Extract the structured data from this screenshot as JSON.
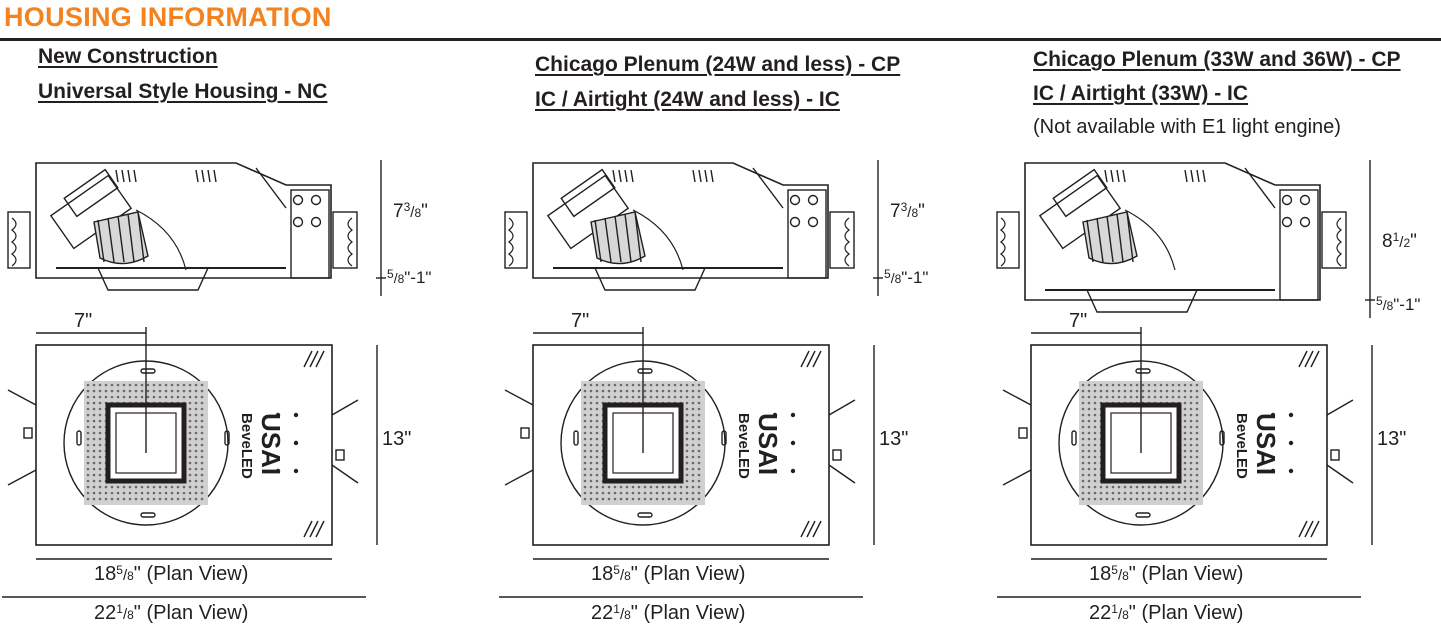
{
  "header": {
    "title": "HOUSING INFORMATION",
    "accent_color": "#f4831f",
    "rule_color": "#231f20"
  },
  "columns": [
    {
      "heading_line1": "New Construction",
      "heading_line2": "Universal Style Housing - NC",
      "note": "",
      "height_whole": "7",
      "height_num": "3",
      "height_den": "8",
      "trim_num": "5",
      "trim_den": "8",
      "trim_rest": "\"-1\"",
      "aperture": "7\"",
      "depth": "13\"",
      "plan_a_whole": "18",
      "plan_a_num": "5",
      "plan_a_den": "8",
      "plan_a_rest": "\" (Plan View)",
      "plan_b_whole": "22",
      "plan_b_num": "1",
      "plan_b_den": "8",
      "plan_b_rest": "\" (Plan View)",
      "logo_top": "USAI",
      "logo_bottom": "BeveLED"
    },
    {
      "heading_line1": "Chicago Plenum (24W and less) - CP",
      "heading_line2": "IC / Airtight (24W and less) - IC",
      "note": "",
      "height_whole": "7",
      "height_num": "3",
      "height_den": "8",
      "trim_num": "5",
      "trim_den": "8",
      "trim_rest": "\"-1\"",
      "aperture": "7\"",
      "depth": "13\"",
      "plan_a_whole": "18",
      "plan_a_num": "5",
      "plan_a_den": "8",
      "plan_a_rest": "\" (Plan View)",
      "plan_b_whole": "22",
      "plan_b_num": "1",
      "plan_b_den": "8",
      "plan_b_rest": "\" (Plan View)",
      "logo_top": "USAI",
      "logo_bottom": "BeveLED"
    },
    {
      "heading_line1": "Chicago Plenum (33W and 36W) - CP",
      "heading_line2": "IC / Airtight (33W) - IC",
      "note": "(Not available with E1 light engine)",
      "height_whole": "8",
      "height_num": "1",
      "height_den": "2",
      "trim_num": "5",
      "trim_den": "8",
      "trim_rest": "\"-1\"",
      "aperture": "7\"",
      "depth": "13\"",
      "plan_a_whole": "18",
      "plan_a_num": "5",
      "plan_a_den": "8",
      "plan_a_rest": "\" (Plan View)",
      "plan_b_whole": "22",
      "plan_b_num": "1",
      "plan_b_den": "8",
      "plan_b_rest": "\" (Plan View)",
      "logo_top": "USAI",
      "logo_bottom": "BeveLED"
    }
  ]
}
